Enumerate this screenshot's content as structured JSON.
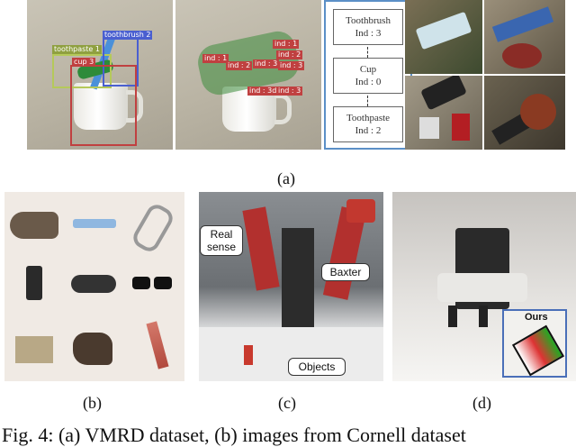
{
  "panel_a": {
    "label": "(a)",
    "tags_left": [
      "toothpaste 1",
      "toothbrush 2",
      "cup 3"
    ],
    "tags_mid": [
      "ind : 1",
      "ind : 2",
      "ind : 3",
      "ind : 1",
      "ind : 2",
      "ind : 3",
      "ind : 3d",
      "ind : 3"
    ],
    "graph": {
      "top": {
        "name": "Toothbrush",
        "ind": "Ind : 3"
      },
      "mid": {
        "name": "Cup",
        "ind": "Ind : 0"
      },
      "bot": {
        "name": "Toothpaste",
        "ind": "Ind : 2"
      }
    }
  },
  "panel_b": {
    "label": "(b)"
  },
  "panel_c": {
    "label": "(c)",
    "callouts": {
      "realsense": "Real\nsense",
      "baxter": "Baxter",
      "objects": "Objects"
    }
  },
  "panel_d": {
    "label": "(d)",
    "inset_label": "Ours"
  },
  "caption": "Fig. 4: (a) VMRD dataset, (b) images from Cornell dataset"
}
